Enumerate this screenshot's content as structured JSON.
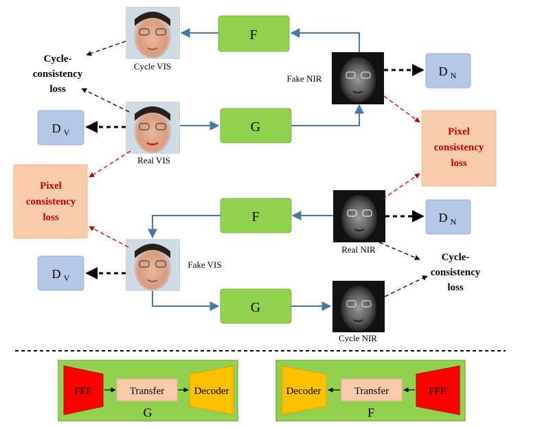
{
  "nodes": {
    "f_top": "F",
    "g_mid": "G",
    "f_low": "F",
    "g_bottom": "G",
    "dn_top": {
      "main": "D",
      "sub": "N"
    },
    "dv_top": {
      "main": "D",
      "sub": "V"
    },
    "dn_low": {
      "main": "D",
      "sub": "N"
    },
    "dv_low": {
      "main": "D",
      "sub": "V"
    }
  },
  "images": {
    "cycle_vis": "Cycle VIS",
    "real_vis": "Real VIS",
    "fake_nir": "Fake NIR",
    "real_nir": "Real NIR",
    "fake_vis": "Fake VIS",
    "cycle_nir": "Cycle NIR"
  },
  "losses": {
    "cycle_top": [
      "Cycle-",
      "consistency",
      "loss"
    ],
    "pixel_left": [
      "Pixel",
      "consistency",
      "loss"
    ],
    "pixel_right": [
      "Pixel",
      "consistency",
      "loss"
    ],
    "cycle_bottom": [
      "Cycle-",
      "consistency",
      "loss"
    ]
  },
  "legend": {
    "g": {
      "ffe": "FFE",
      "transfer": "Transfer",
      "decoder": "Decoder",
      "label": "G"
    },
    "f": {
      "decoder": "Decoder",
      "transfer": "Transfer",
      "ffe": "FFE",
      "label": "F"
    }
  },
  "colors": {
    "green": "#92D050",
    "blue_box": "#B4C7E7",
    "salmon": "#F8CBAD",
    "red_text": "#C00000",
    "arrow_blue": "#4A77A8",
    "ffe_red": "#FF0000",
    "decoder_orange": "#FFC000"
  }
}
